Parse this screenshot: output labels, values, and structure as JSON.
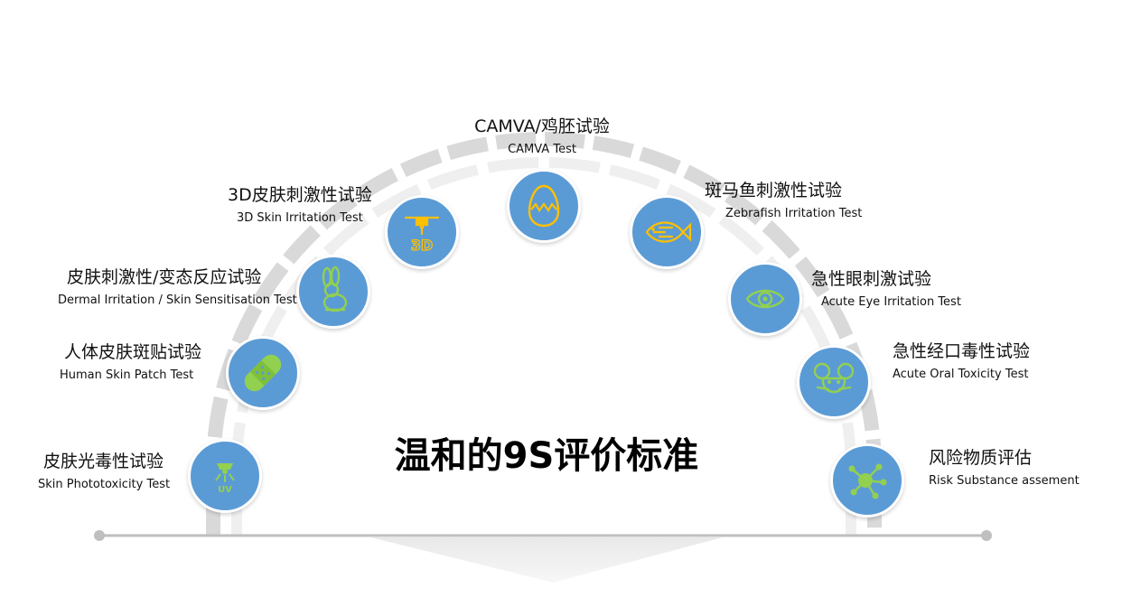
{
  "title": "温和的9S评价标准",
  "colors": {
    "node_fill": "#5b9bd5",
    "icon_green": "#92d050",
    "icon_yellow": "#ffc000",
    "arc_gray": "#d9d9d9",
    "baseline_gray": "#bfbfbf"
  },
  "tests": [
    {
      "zh": "皮肤光毒性试验",
      "en": "Skin Phototoxicity Test",
      "icon": "uv-lamp-icon"
    },
    {
      "zh": "人体皮肤斑贴试验",
      "en": "Human Skin Patch Test",
      "icon": "bandage-icon"
    },
    {
      "zh": "皮肤刺激性/变态反应试验",
      "en": "Dermal Irritation / Skin Sensitisation Test",
      "icon": "rabbit-icon"
    },
    {
      "zh": "3D皮肤刺激性试验",
      "en": "3D Skin Irritation Test",
      "icon": "3d-printer-icon"
    },
    {
      "zh": "CAMVA/鸡胚试验",
      "en": "CAMVA Test",
      "icon": "cracked-egg-icon"
    },
    {
      "zh": "斑马鱼刺激性试验",
      "en": "Zebrafish Irritation Test",
      "icon": "fish-icon"
    },
    {
      "zh": "急性眼刺激试验",
      "en": "Acute Eye Irritation Test",
      "icon": "eye-icon"
    },
    {
      "zh": "急性经口毒性试验",
      "en": "Acute Oral Toxicity Test",
      "icon": "mouse-icon"
    },
    {
      "zh": "风险物质评估",
      "en": "Risk Substance assement",
      "icon": "virus-icon"
    }
  ]
}
